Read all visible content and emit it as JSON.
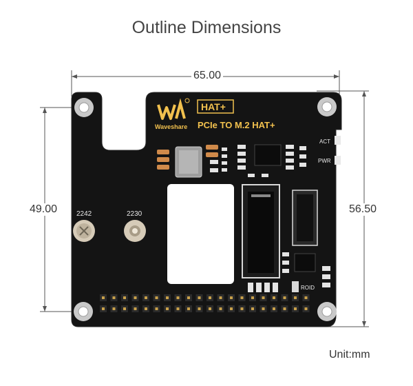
{
  "title": "Outline Dimensions",
  "unit_label": "Unit:mm",
  "dimensions": {
    "width": "65.00",
    "left_height": "49.00",
    "right_height": "56.50"
  },
  "board": {
    "brand": "Waveshare",
    "hat_badge": "HAT+",
    "product_name": "PCIe TO M.2 HAT+",
    "mount_2242": "2242",
    "mount_2230": "2230",
    "led_act": "ACT",
    "led_pwr": "PWR",
    "connector_label": "ROID"
  }
}
